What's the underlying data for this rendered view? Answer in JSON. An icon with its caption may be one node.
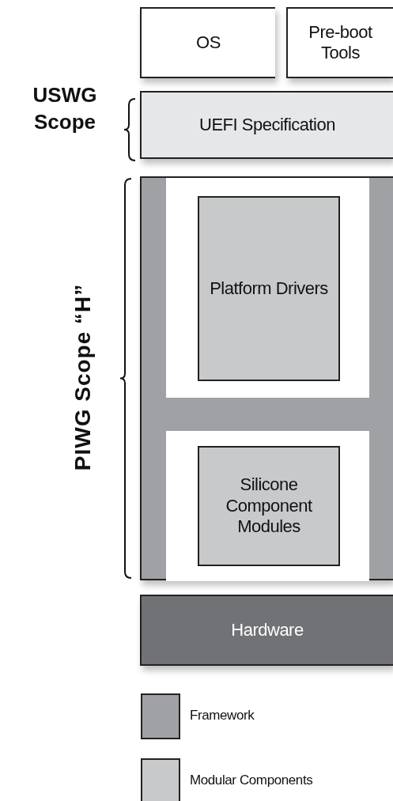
{
  "diagram": {
    "nodes": [
      {
        "text": [
          "OS"
        ]
      },
      {
        "text": [
          "Pre-boot Tools"
        ]
      },
      {
        "text": [
          "UEFI Specification"
        ]
      },
      {
        "text": [],
        "shape": "box"
      },
      {
        "text": [
          "Platform Drivers"
        ],
        "in": 3
      },
      {
        "text": [
          "Silicone Component Modules"
        ],
        "in": 3
      },
      {
        "text": [
          "Hardware"
        ]
      }
    ],
    "labels": [
      "USWG Scope",
      "PIWG Scope “H”"
    ],
    "legend": [
      {
        "text": "Framework",
        "color": "#a0a1a5"
      },
      {
        "text": "Modular Components",
        "color": "#c8c9cb"
      }
    ]
  }
}
